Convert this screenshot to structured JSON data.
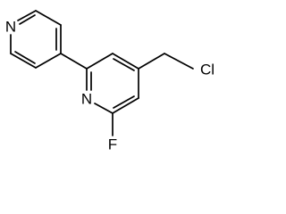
{
  "molecule": {
    "atoms": {
      "n_top": "N",
      "n_mid": "N",
      "fluorine": "F",
      "chlorine": "Cl"
    }
  }
}
